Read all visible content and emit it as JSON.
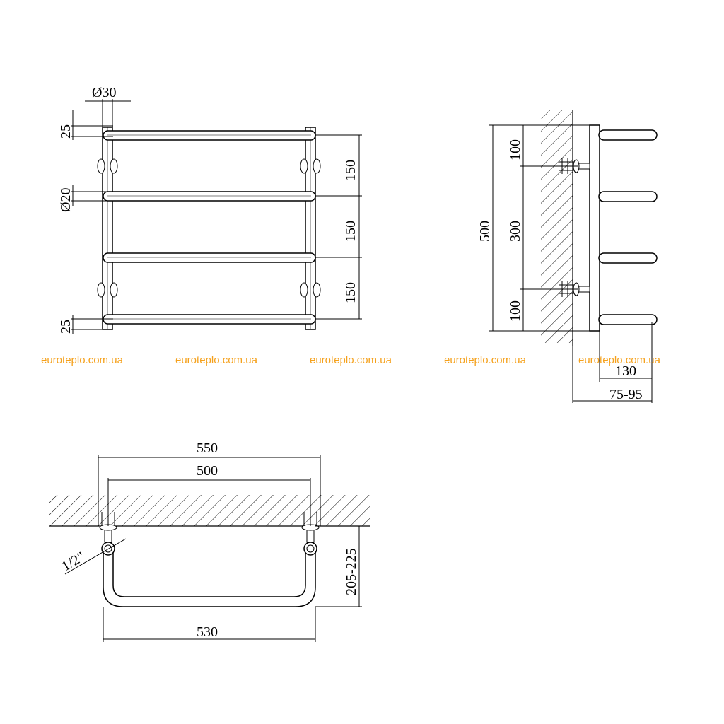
{
  "watermarks": [
    "euroteplo.com.ua",
    "euroteplo.com.ua",
    "euroteplo.com.ua",
    "euroteplo.com.ua",
    "euroteplo.com.ua"
  ],
  "front_view": {
    "pipe_diameter": "Ø30",
    "bar_diameter": "Ø20",
    "top_offset": "25",
    "bottom_offset": "25",
    "bar_spacing": [
      "150",
      "150",
      "150"
    ]
  },
  "side_view": {
    "total_height": "500",
    "top_to_mount": "100",
    "mount_spacing": "300",
    "bottom_to_mount": "100",
    "depth": "130",
    "wall_distance": "75-95"
  },
  "top_view": {
    "outer_width": "550",
    "center_distance": "500",
    "bar_width": "530",
    "wall_offset": "205-225",
    "thread_size": "1/2\""
  }
}
